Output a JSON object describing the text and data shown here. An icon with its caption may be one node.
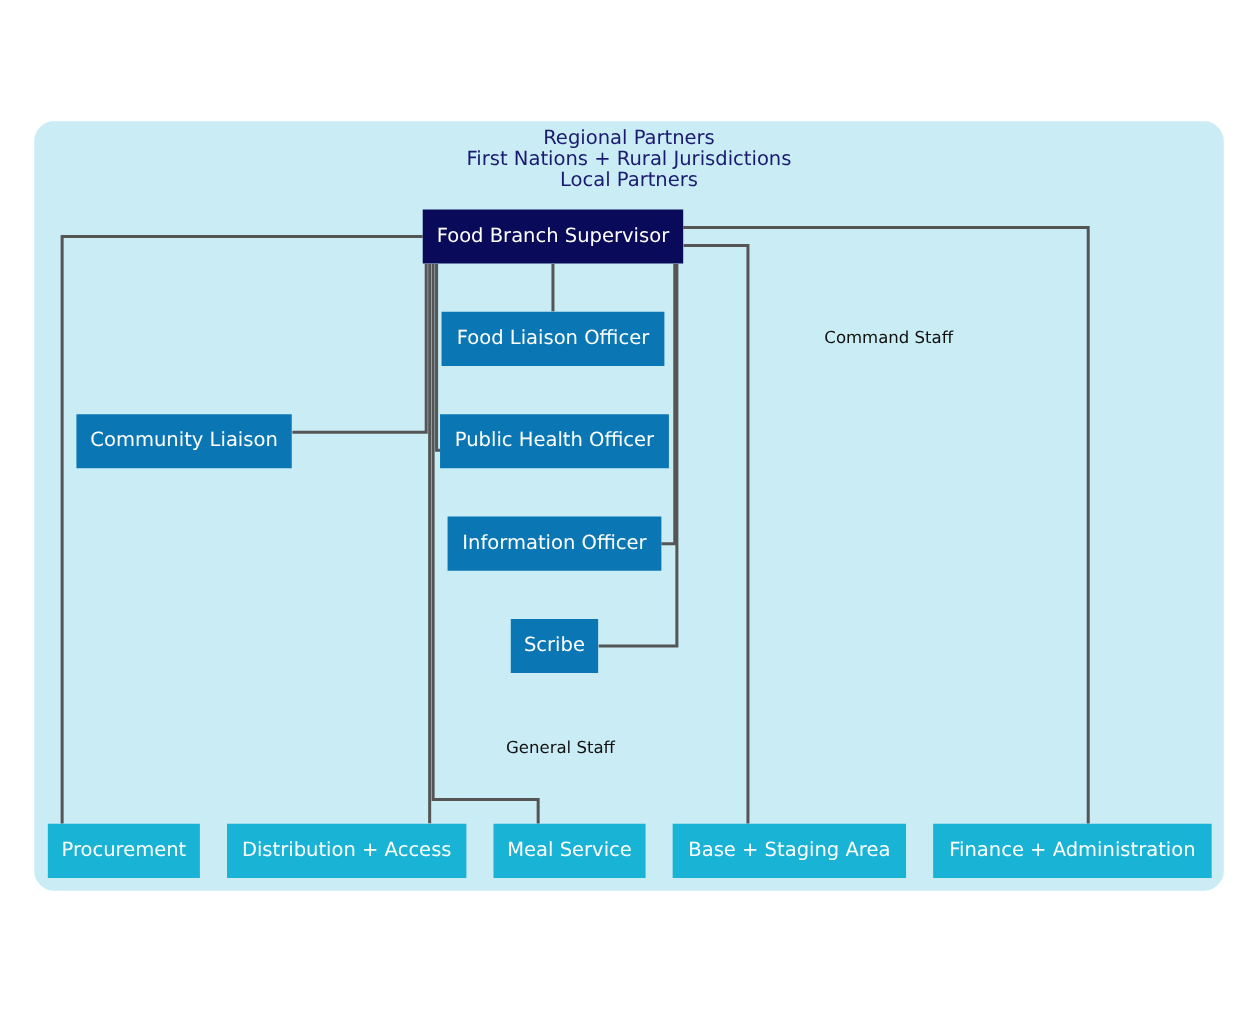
{
  "diagram": {
    "nodes": [
      {
        "text": [
          "Regional Partners",
          "First Nations + Rural Jurisdictions",
          "Local Partners"
        ]
      },
      {
        "text": [
          "Food Branch Supervisor"
        ],
        "in": 0
      },
      {
        "text": [
          "Community Liaison"
        ],
        "in": 0
      },
      {
        "text": [
          "Food Liaison Officer"
        ],
        "in": 0
      },
      {
        "text": [
          "Public Health Officer"
        ],
        "in": 0
      },
      {
        "text": [
          "Information Officer"
        ],
        "in": 0
      },
      {
        "text": [
          "Scribe"
        ],
        "in": 0
      },
      {
        "text": [
          "Procurement"
        ],
        "in": 0
      },
      {
        "text": [
          "Distribution + Access"
        ],
        "in": 0
      },
      {
        "text": [
          "Meal Service"
        ],
        "in": 0
      },
      {
        "text": [
          "Base + Staging Area"
        ],
        "in": 0
      },
      {
        "text": [
          "Finance + Administration"
        ],
        "in": 0
      }
    ],
    "edges": [
      {
        "from": 1,
        "to": 2,
        "arrow": "none"
      },
      {
        "from": 1,
        "to": 3,
        "arrow": "none"
      },
      {
        "from": 1,
        "to": 4,
        "arrow": "none"
      },
      {
        "from": 1,
        "to": 5,
        "arrow": "none"
      },
      {
        "from": 1,
        "to": 6,
        "arrow": "none"
      },
      {
        "from": 1,
        "to": 7,
        "arrow": "none"
      },
      {
        "from": 1,
        "to": 8,
        "arrow": "none"
      },
      {
        "from": 1,
        "to": 9,
        "arrow": "none"
      },
      {
        "from": 1,
        "to": 10,
        "arrow": "none"
      },
      {
        "from": 1,
        "to": 11,
        "arrow": "none"
      }
    ],
    "labels": [
      "Command Staff",
      "General Staff"
    ]
  }
}
